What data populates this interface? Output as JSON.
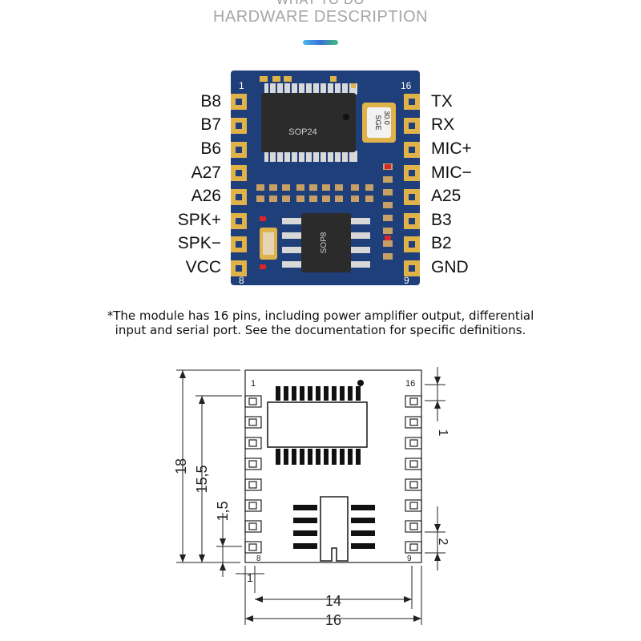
{
  "header": {
    "top_partial": "WHAT TO DO",
    "title": "HARDWARE DESCRIPTION",
    "accent_colors": [
      "#4bb8e8",
      "#3a6fd8",
      "#3fc07a"
    ]
  },
  "board": {
    "pcb_color": "#1e3f7a",
    "pad_color": "#e0b34a",
    "corner_labels": [
      "1",
      "16",
      "8",
      "9"
    ],
    "chips": {
      "main": "SOP24",
      "amp": "SOP8",
      "crystal_line1": "30.0",
      "crystal_line2": "SGE"
    },
    "left_pins": [
      "B8",
      "B7",
      "B6",
      "A27",
      "A26",
      "SPK+",
      "SPK−",
      "VCC"
    ],
    "right_pins": [
      "TX",
      "RX",
      "MIC+",
      "MIC−",
      "A25",
      "B3",
      "B2",
      "GND"
    ]
  },
  "caption": {
    "line1": "*The module has 16 pins, including power amplifier output, differential",
    "line2": "input and serial port. See the documentation for specific definitions."
  },
  "drawing": {
    "pin1": "1",
    "pin16": "16",
    "pin8": "8",
    "pin9": "9",
    "dim_height_outer": "18",
    "dim_height_inner": "15,5",
    "dim_bottom_offset": "1,5",
    "dim_pin_left": "1",
    "dim_width_inner": "14",
    "dim_width_outer": "16",
    "dim_pitch_top": "1",
    "dim_pitch_bottom": "2"
  }
}
